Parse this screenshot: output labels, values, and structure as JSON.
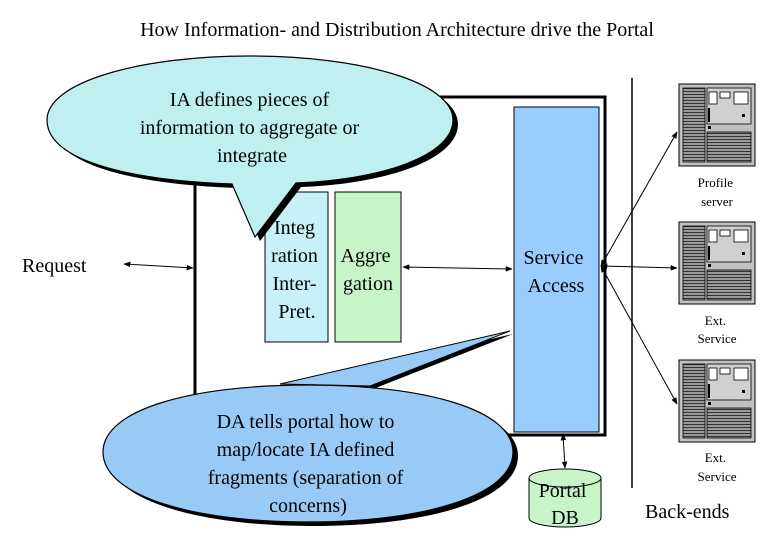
{
  "title": "How Information- and Distribution Architecture drive the Portal",
  "request_label": "Request",
  "ia_callout": {
    "lines": [
      "IA defines pieces of",
      "information to aggregate or",
      "integrate"
    ]
  },
  "da_callout": {
    "lines": [
      "DA tells portal how to",
      "map/locate IA defined",
      "fragments (separation of",
      "concerns)"
    ]
  },
  "integration_box": {
    "lines": [
      "Integ",
      "ration",
      "Inter-",
      "Pret."
    ]
  },
  "aggregation_box": {
    "lines": [
      "Aggre",
      "gation"
    ]
  },
  "service_access": {
    "lines": [
      "Service",
      "Access"
    ]
  },
  "portal_db": {
    "lines": [
      "Portal",
      "DB"
    ]
  },
  "servers": [
    {
      "lines": [
        "Profile",
        "server"
      ]
    },
    {
      "lines": [
        "Ext.",
        "Service"
      ]
    },
    {
      "lines": [
        "Ext.",
        "Service"
      ]
    }
  ],
  "backends_label": "Back-ends",
  "colors": {
    "callout_fill": "#bfefef",
    "da_callout_fill": "#99c9f5",
    "integration_fill": "#c8f0fa",
    "aggregation_fill": "#c8f5c8",
    "service_fill": "#99ccff",
    "db_fill": "#c8f5c8",
    "server_fill": "#c0c0c0"
  }
}
